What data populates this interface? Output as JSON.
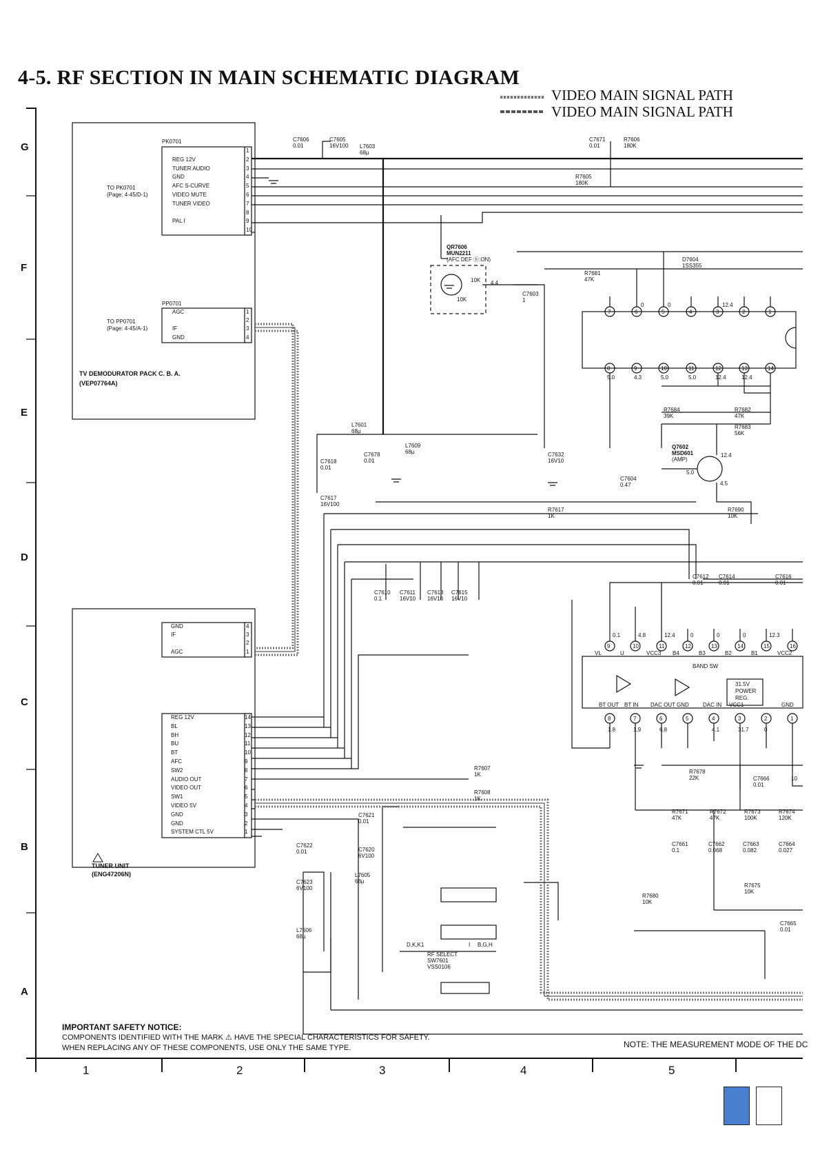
{
  "title": "4-5. RF SECTION IN MAIN SCHEMATIC DIAGRAM",
  "legend": [
    "VIDEO MAIN SIGNAL PATH",
    "VIDEO MAIN SIGNAL PATH"
  ],
  "grid_rows": [
    "G",
    "F",
    "E",
    "D",
    "C",
    "B",
    "A"
  ],
  "grid_cols": [
    "1",
    "2",
    "3",
    "4",
    "5"
  ],
  "demod": {
    "name": "TV DEMODURATOR PACK  C. B. A.",
    "part": "(VEP07764A)",
    "pk_header": "PK0701",
    "pk_to": "TO PK0701",
    "pk_page": "(Page: 4-45/D-1)",
    "pk_pins": [
      "",
      "REG  12V",
      "TUNER AUDIO",
      "GND",
      "AFC S-CURVE",
      "VIDEO MUTE",
      "TUNER VIDEO",
      "",
      "PAL I",
      ""
    ],
    "pk_nums": [
      "1",
      "2",
      "3",
      "4",
      "5",
      "6",
      "7",
      "8",
      "9",
      "10"
    ],
    "pp_header": "PP0701",
    "pp_to": "TO PP0701",
    "pp_page": "(Page: 4-45/A-1)",
    "pp_pins": [
      "AGC",
      "",
      "IF",
      "GND"
    ],
    "pp_nums": [
      "1",
      "2",
      "3",
      "4"
    ]
  },
  "tuner": {
    "name": "TUNER UNIT",
    "part": "(ENG47206N)",
    "top_pins": [
      "GND",
      "IF",
      "",
      "AGC"
    ],
    "top_nums": [
      "4",
      "3",
      "2",
      "1"
    ],
    "pins": [
      "REG  12V",
      "BL",
      "BH",
      "BU",
      "BT",
      "AFC",
      "SW2",
      "AUDIO OUT",
      "VIDEO OUT",
      "SW1",
      "VIDEO  5V",
      "GND",
      "GND",
      "SYSTEM CTL  5V"
    ],
    "nums": [
      "14",
      "13",
      "12",
      "11",
      "10",
      "9",
      "8",
      "7",
      "6",
      "5",
      "4",
      "3",
      "2",
      "1"
    ]
  },
  "components": {
    "c7606": [
      "C7606",
      "0.01"
    ],
    "c7605": [
      "C7605",
      "16V100"
    ],
    "l7603": [
      "L7603",
      "68µ"
    ],
    "c7671": [
      "C7671",
      "0.01"
    ],
    "r7606": [
      "R7606",
      "180K"
    ],
    "r7605": [
      "R7605",
      "180K"
    ],
    "qr7606": [
      "QR7606",
      "MUN2211",
      "(AFC DEF ⓗ:ON)"
    ],
    "r10k_a": "10K",
    "r10k_b": "10K",
    "v44": "4.4",
    "c7603": [
      "C7603",
      "1"
    ],
    "r7681": [
      "R7681",
      "47K"
    ],
    "d7604": [
      "D7604",
      "1SS355"
    ],
    "l7601": [
      "L7601",
      "68µ"
    ],
    "l7609": [
      "L7609",
      "68µ"
    ],
    "c7618": [
      "C7618",
      "0.01"
    ],
    "c7678": [
      "C7678",
      "0.01"
    ],
    "c7632": [
      "C7632",
      "16V10"
    ],
    "c7617": [
      "C7617",
      "16V100"
    ],
    "c7604": [
      "C7604",
      "0.47"
    ],
    "r7684": [
      "R7684",
      "39K"
    ],
    "r7682": [
      "R7682",
      "47K"
    ],
    "r7683": [
      "R7683",
      "56K"
    ],
    "q7602": [
      "Q7602",
      "MSD601",
      "(AMP)"
    ],
    "v124": "12.4",
    "v50": "5.0",
    "v45": "4.5",
    "r7617": [
      "R7617",
      "1K"
    ],
    "r7690": [
      "R7690",
      "10K"
    ],
    "c7610": [
      "C7610",
      "0.1"
    ],
    "c7611": [
      "C7611",
      "16V10"
    ],
    "c7613": [
      "C7613",
      "16V10"
    ],
    "c7615": [
      "C7615",
      "16V10"
    ],
    "c7612": [
      "C7612",
      "0.01"
    ],
    "c7614": [
      "C7614",
      "0.01"
    ],
    "c7616": [
      "C7616",
      "0.01"
    ],
    "r7607": [
      "R7607",
      "1K"
    ],
    "r7608": [
      "R7608",
      "1K"
    ],
    "c7621": [
      "C7621",
      "0.01"
    ],
    "c7620": [
      "C7620",
      "6V100"
    ],
    "c7622": [
      "C7622",
      "0.01"
    ],
    "c7623": [
      "C7623",
      "6V100"
    ],
    "l7605": [
      "L7605",
      "68µ"
    ],
    "l7606": [
      "L7606",
      "68µ"
    ],
    "rf_select": [
      "RF SELECT",
      "SW7601",
      "VSS0106"
    ],
    "dk_label": "D,K,K1",
    "i_label": "I",
    "bgh_label": "B,G,H",
    "r7678": [
      "R7678",
      "22K"
    ],
    "c7666": [
      "C7666",
      "0.01"
    ],
    "r7671": [
      "R7671",
      "47K"
    ],
    "r7672": [
      "R7672",
      "47K"
    ],
    "r7673": [
      "R7673",
      "100K"
    ],
    "r7674": [
      "R7674",
      "120K"
    ],
    "c7661": [
      "C7661",
      "0.1"
    ],
    "c7662": [
      "C7662",
      "0.068"
    ],
    "c7663": [
      "C7663",
      "0.082"
    ],
    "c7664": [
      "C7664",
      "0.027"
    ],
    "r7675": [
      "R7675",
      "10K"
    ],
    "r7680": [
      "R7680",
      "10K"
    ],
    "c7665": [
      "C7665",
      "0.01"
    ],
    "r7678b": "10"
  },
  "ic1": {
    "top_pins": [
      "7",
      "6",
      "5",
      "4",
      "3",
      "2",
      "1"
    ],
    "bottom_pins": [
      "8",
      "9",
      "10",
      "11",
      "12",
      "13",
      "14"
    ],
    "top_volts": [
      "",
      "0",
      "0",
      "",
      "12.4",
      "",
      ""
    ],
    "bottom_volts": [
      "5.0",
      "4.3",
      "5.0",
      "5.0",
      "12.4",
      "12.4",
      ""
    ]
  },
  "ic2": {
    "top_pins": [
      "9",
      "10",
      "11",
      "12",
      "13",
      "14",
      "15",
      "16"
    ],
    "top_names": [
      "VL",
      "U",
      "VCC3",
      "B4",
      "B3",
      "B2",
      "B1",
      "VCC2"
    ],
    "top_volts": [
      "0.1",
      "4.8",
      "12.4",
      "0",
      "0",
      "0",
      "12.3",
      ""
    ],
    "band_sw": "BAND SW",
    "power_reg": [
      "31.5V",
      "POWER",
      "REG."
    ],
    "bottom_pins": [
      "8",
      "7",
      "6",
      "5",
      "4",
      "3",
      "2",
      "1"
    ],
    "bottom_names": [
      "BT OUT",
      "BT IN",
      "DAC OUT",
      "GND",
      "DAC IN",
      "VCC1",
      "",
      "GND"
    ],
    "bottom_volts": [
      "1.8",
      "1.9",
      "6.8",
      "",
      "4.1",
      "31.7",
      "0",
      ""
    ]
  },
  "safety": {
    "heading": "IMPORTANT SAFETY NOTICE:",
    "line1": "COMPONENTS IDENTIFIED WITH THE MARK ⚠ HAVE THE SPECIAL CHARACTERISTICS FOR SAFETY.",
    "line2": "WHEN REPLACING ANY OF THESE COMPONENTS, USE ONLY THE SAME TYPE."
  },
  "note": "NOTE: THE MEASUREMENT MODE OF THE DC"
}
